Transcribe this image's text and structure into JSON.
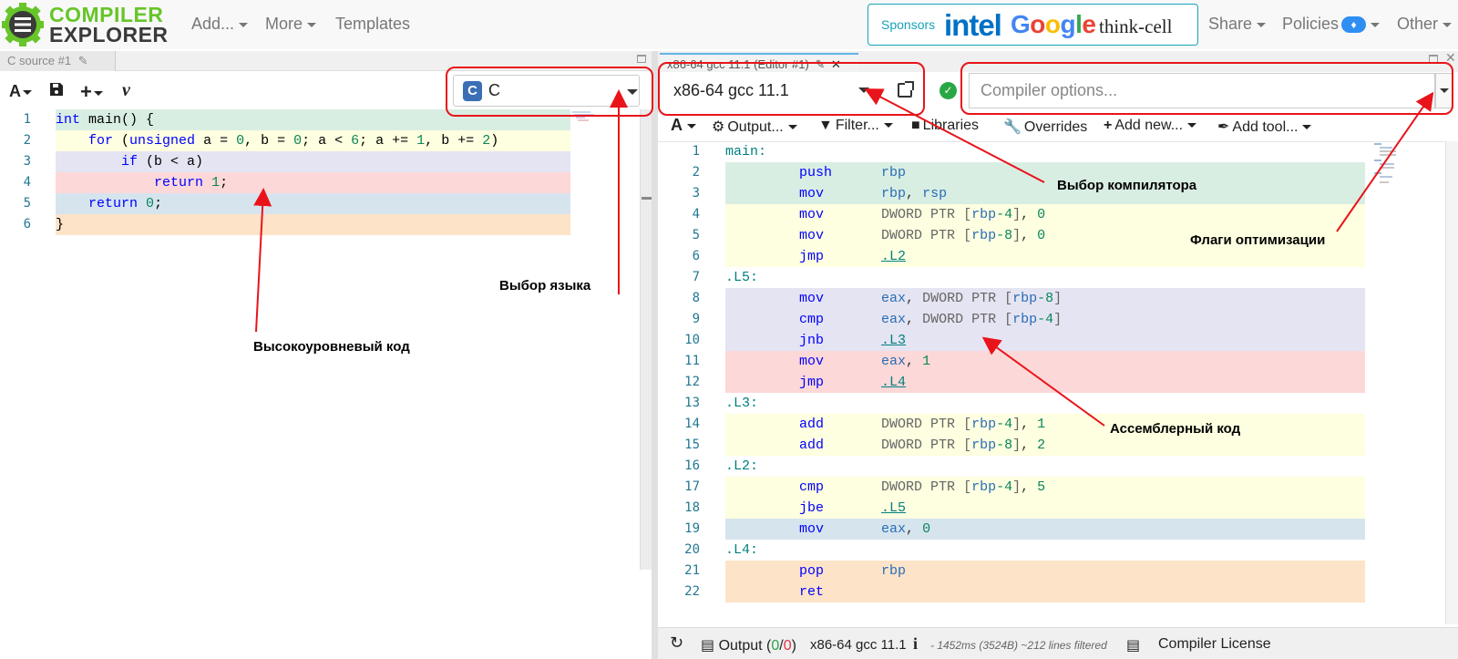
{
  "navbar": {
    "logo_line1": "COMPILER",
    "logo_line2": "EXPLORER",
    "links": [
      "Add...",
      "More",
      "Templates"
    ],
    "sponsors": {
      "label": "Sponsors",
      "names": [
        "intel",
        "Google",
        "think-cell"
      ]
    },
    "right_links": [
      "Share",
      "Policies",
      "Other"
    ],
    "policies_badge": "bell-icon"
  },
  "source_pane": {
    "tab_title": "C source #1",
    "language": "C",
    "code": [
      "int main() {",
      "    for (unsigned a = 0, b = 0; a < 6; a += 1, b += 2)",
      "        if (b < a)",
      "            return 1;",
      "    return 0;",
      "}"
    ],
    "line_numbers": [
      "1",
      "2",
      "3",
      "4",
      "5",
      "6"
    ],
    "line_colors": [
      "#d9eee3",
      "#fefee0",
      "#e5e4f2",
      "#fdd8d8",
      "#d6e4ee",
      "#fde3c8"
    ]
  },
  "compiler_pane": {
    "tab_title": "x86-64 gcc 11.1 (Editor #1)",
    "compiler": "x86-64 gcc 11.1",
    "options_placeholder": "Compiler options...",
    "toolbar": [
      "Output...",
      "Filter...",
      "Libraries",
      "Overrides",
      "Add new...",
      "Add tool..."
    ],
    "asm_line_numbers": [
      "1",
      "2",
      "3",
      "4",
      "5",
      "6",
      "7",
      "8",
      "9",
      "10",
      "11",
      "12",
      "13",
      "14",
      "15",
      "16",
      "17",
      "18",
      "19",
      "20",
      "21",
      "22"
    ],
    "asm": [
      {
        "label": "main:"
      },
      {
        "op": "push",
        "args": "rbp",
        "bg": "#d9eee3"
      },
      {
        "op": "mov",
        "args": "rbp, rsp",
        "bg": "#d9eee3"
      },
      {
        "op": "mov",
        "args": "DWORD PTR [rbp-4], 0",
        "bg": "#fefee0"
      },
      {
        "op": "mov",
        "args": "DWORD PTR [rbp-8], 0",
        "bg": "#fefee0"
      },
      {
        "op": "jmp",
        "args": ".L2",
        "bg": "#fefee0"
      },
      {
        "label": ".L5:"
      },
      {
        "op": "mov",
        "args": "eax, DWORD PTR [rbp-8]",
        "bg": "#e5e4f2"
      },
      {
        "op": "cmp",
        "args": "eax, DWORD PTR [rbp-4]",
        "bg": "#e5e4f2"
      },
      {
        "op": "jnb",
        "args": ".L3",
        "bg": "#e5e4f2"
      },
      {
        "op": "mov",
        "args": "eax, 1",
        "bg": "#fdd8d8"
      },
      {
        "op": "jmp",
        "args": ".L4",
        "bg": "#fdd8d8"
      },
      {
        "label": ".L3:"
      },
      {
        "op": "add",
        "args": "DWORD PTR [rbp-4], 1",
        "bg": "#fefee0"
      },
      {
        "op": "add",
        "args": "DWORD PTR [rbp-8], 2",
        "bg": "#fefee0"
      },
      {
        "label": ".L2:"
      },
      {
        "op": "cmp",
        "args": "DWORD PTR [rbp-4], 5",
        "bg": "#fefee0"
      },
      {
        "op": "jbe",
        "args": ".L5",
        "bg": "#fefee0"
      },
      {
        "op": "mov",
        "args": "eax, 0",
        "bg": "#d6e4ee"
      },
      {
        "label": ".L4:"
      },
      {
        "op": "pop",
        "args": "rbp",
        "bg": "#fde3c8"
      },
      {
        "op": "ret",
        "args": "",
        "bg": "#fde3c8"
      }
    ],
    "status": {
      "output_label": "Output (",
      "output_ok": "0",
      "output_sep": "/",
      "output_err": "0",
      "output_close": ")",
      "compiler": "x86-64 gcc 11.1",
      "info_icon": "i",
      "timing": "- 1452ms (3524B) ~212 lines filtered",
      "license": "Compiler License"
    }
  },
  "annotations": {
    "high_level_code": "Высокоуровневый код",
    "language_select": "Выбор языка",
    "compiler_select": "Выбор компилятора",
    "optimization_flags": "Флаги оптимизации",
    "assembly_code": "Ассемблерный код",
    "color": "#e8141a"
  }
}
